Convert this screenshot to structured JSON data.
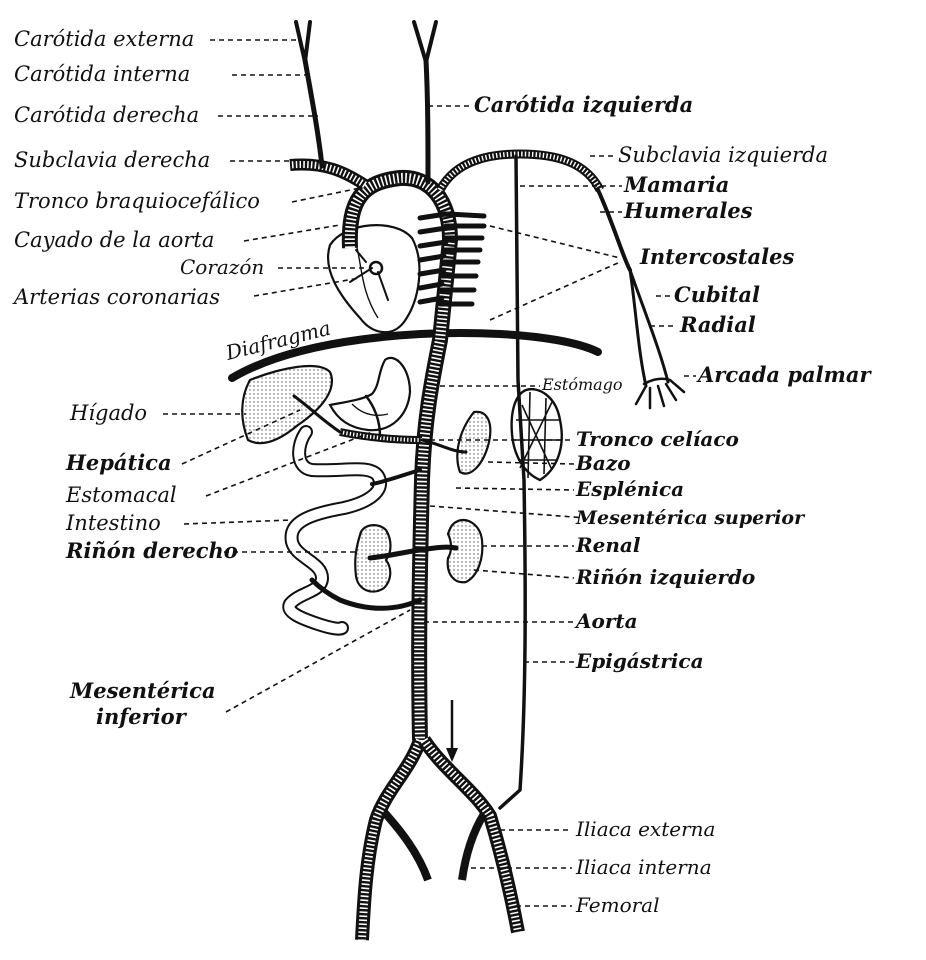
{
  "labels": {
    "carotida_externa": "Carótida externa",
    "carotida_interna": "Carótida interna",
    "carotida_derecha": "Carótida derecha",
    "subclavia_derecha": "Subclavia derecha",
    "tronco_braquiocefalico": "Tronco braquiocefálico",
    "cayado_aorta": "Cayado de la aorta",
    "corazon": "Corazón",
    "arterias_coronarias": "Arterias coronarias",
    "diafragma": "Diafragma",
    "higado": "Hígado",
    "hepatica": "Hepática",
    "estomacal": "Estomacal",
    "intestino": "Intestino",
    "rinon_derecho": "Riñón derecho",
    "mesenterica_inferior_1": "Mesentérica",
    "mesenterica_inferior_2": "inferior",
    "carotida_izquierda": "Carótida izquierda",
    "subclavia_izquierda": "Subclavia izquierda",
    "mamaria": "Mamaria",
    "humerales": "Humerales",
    "intercostales": "Intercostales",
    "cubital": "Cubital",
    "radial": "Radial",
    "arcada_palmar": "Arcada palmar",
    "estomago": "Estómago",
    "tronco_celiaco": "Tronco celíaco",
    "bazo": "Bazo",
    "esplenica": "Esplénica",
    "mesenterica_superior": "Mesentérica superior",
    "renal": "Renal",
    "rinon_izquierdo": "Riñón izquierdo",
    "aorta": "Aorta",
    "epigastrica": "Epigástrica",
    "iliaca_externa": "Iliaca externa",
    "iliaca_interna": "Iliaca interna",
    "femoral": "Femoral"
  }
}
